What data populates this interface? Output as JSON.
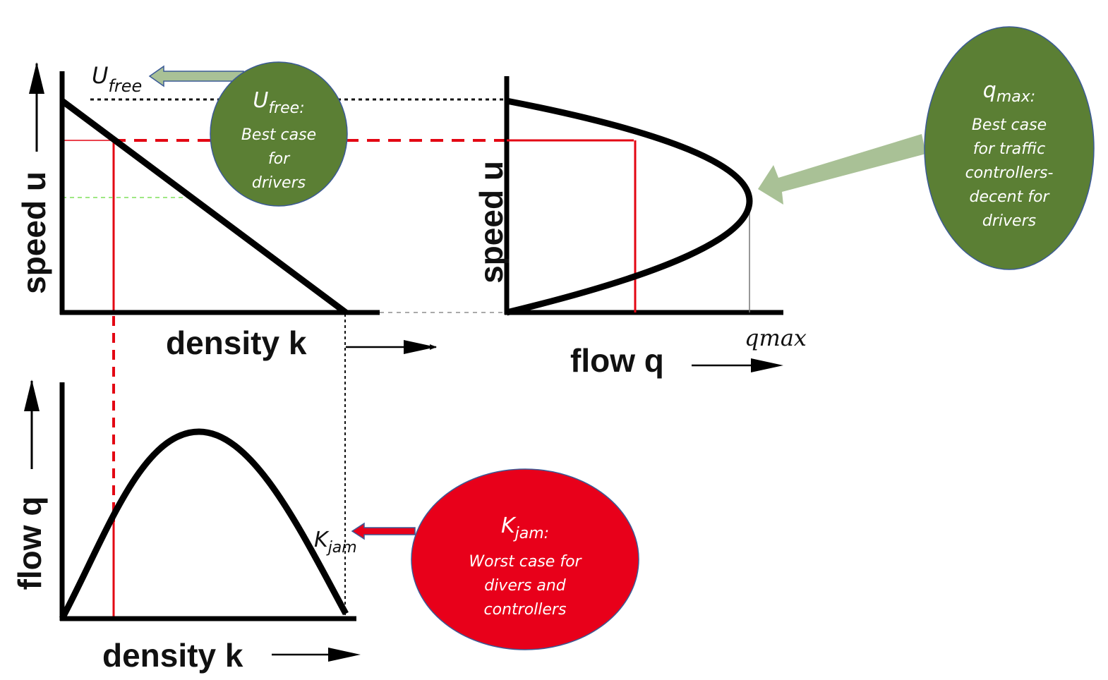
{
  "colors": {
    "bubble_green": "#5b7f34",
    "bubble_red": "#e8001a",
    "bubble_border": "#3b5a96",
    "arrow_green": "#a9c196",
    "guide_red": "#e30613",
    "guide_green": "#7fe05a"
  },
  "speed_density": {
    "ylabel": "speed u",
    "xlabel": "density k",
    "u_free_label": "U",
    "u_free_sub": "free"
  },
  "speed_flow": {
    "ylabel": "speed u",
    "xlabel": "flow q",
    "qmax_label": "qmax"
  },
  "flow_density": {
    "ylabel": "flow q",
    "xlabel": "density k",
    "kjam_label": "K",
    "kjam_sub": "jam"
  },
  "bubbles": {
    "ufree": {
      "title": "U",
      "title_sub": "free:",
      "lines": [
        "Best case",
        "for",
        "drivers"
      ]
    },
    "qmax": {
      "title": "q",
      "title_sub": "max:",
      "lines": [
        "Best case",
        "for traffic",
        "controllers-",
        "decent for",
        "drivers"
      ]
    },
    "kjam": {
      "title": "K",
      "title_sub": "jam:",
      "lines": [
        "Worst case for",
        "divers and",
        "controllers"
      ]
    }
  }
}
